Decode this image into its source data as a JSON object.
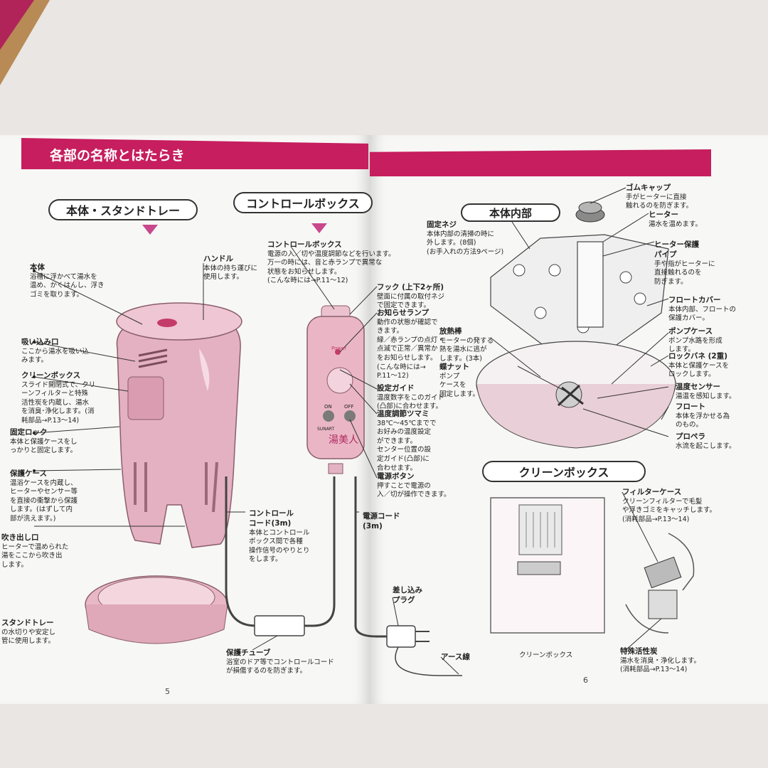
{
  "left_page": {
    "header": "各部の名称とはたらき",
    "section_body": "本体・スタンドトレー",
    "section_control": "コントロールボックス",
    "page_number": "5",
    "labels": {
      "hontai_t": "本体",
      "hontai_d": "浴槽に浮かべて湯水を\n温め、かくはんし、浮き\nゴミを取ります。",
      "suikomi_t": "吸い込み口",
      "suikomi_d": "ここから湯水を吸い込\nみます。",
      "clean_t": "クリーンボックス",
      "clean_d": "スライド開閉式で、クリ\nーンフィルターと特殊\n活性炭を内蔵し、湯水\nを消臭･浄化します。(消\n耗部品→P.13～14)",
      "lock_t": "固定ロック",
      "lock_d": "本体と保護ケースをし\nっかりと固定します。",
      "hogo_t": "保護ケース",
      "hogo_d": "温浴ケースを内蔵し、\nヒーターやセンサー等\nを直接の衝撃から保護\nします。(はずして内\n部が洗えます。)",
      "fuki_t": "吹き出し口",
      "fuki_d": "ヒーターで温められた\n湯をここから吹き出\nします。",
      "stand_t": "スタンドトレー",
      "stand_d": "の水切りや安定し\n管に使用します。",
      "handle_t": "ハンドル",
      "handle_d": "本体の持ち運びに\n使用します。",
      "cbox_t": "コントロールボックス",
      "cbox_d": "電源の入／切や温度調節などを行います。\n万一の時には、音と赤ランプで異常な\n状態をお知らせします。\n(こんな時には→P.11～12)",
      "hook_t": "フック (上下2ヶ所)",
      "hook_d": "壁面に付属の取付ネジ\nで固定できます。",
      "lamp_t": "お知らせランプ",
      "lamp_d": "動作の状態が確認で\nきます。\n緑／赤ランプの点灯・\n点滅で正常／異常か\nをお知らせします。\n(こんな時には→\nP.11～12)",
      "guide_t": "設定ガイド",
      "guide_d": "温度数字をこのガイド\n(凸部)に合わせます。",
      "dial_t": "温度調節ツマミ",
      "dial_d": "38℃～45℃までで\nお好みの温度設定\nができます。\nセンター位置の設\n定ガイド(凸部)に\n合わせます。",
      "power_t": "電源ボタン",
      "power_d": "押すことで電源の\n入／切が操作できます。",
      "ccord_t": "コントロール\nコード(3m)",
      "ccord_d": "本体とコントロール\nボックス間で各種\n操作信号のやりとり\nをします。",
      "pcord_t": "電源コード\n(3m)",
      "plug_t": "差し込み\nプラグ",
      "tube_t": "保護チューブ",
      "tube_d": "浴室のドア等でコントロールコード\nが損傷するのを防ぎます。",
      "earth_t": "アース線"
    },
    "device": {
      "power": "Power",
      "on": "ON",
      "off": "OFF",
      "brand": "SUNART",
      "name": "湯美人"
    }
  },
  "right_page": {
    "section_inside": "本体内部",
    "section_clean": "クリーンボックス",
    "page_number": "6",
    "caption": "クリーンボックス",
    "labels": {
      "cap_t": "ゴムキャップ",
      "cap_d": "手がヒーターに直接\n触れるのを防ぎます。",
      "heater_t": "ヒーター",
      "heater_d": "湯水を温めます。",
      "screw_t": "固定ネジ",
      "screw_d": "本体内部の清掃の時に\n外します。(8個)\n(お手入れの方法9ページ)",
      "hpipe_t": "ヒーター保護\nパイプ",
      "hpipe_d": "手や指がヒーターに\n直接触れるのを\n防ぎます。",
      "fcover_t": "フロートカバー",
      "fcover_d": "本体内部、フロートの\n保護カバー。",
      "rod_t": "放熱棒",
      "rod_d": "モーターの発する\n熱を湯水に逃が\nします。(3本)",
      "pcase_t": "ポンプケース",
      "pcase_d": "ポンプ水路を形成\nします。",
      "nut_t": "蝶ナット",
      "nut_d": "ポンプ\nケースを\n固定します。",
      "spring_t": "ロックバネ (2重)",
      "spring_d": "本体と保護ケースを\nロックします。",
      "sensor_t": "温度センサー",
      "sensor_d": "湯温を感知します。",
      "float_t": "フロート",
      "float_d": "本体を浮かせる為\nのもの。",
      "prop_t": "プロペラ",
      "prop_d": "水流を起こします。",
      "fcase_t": "フィルターケース",
      "fcase_d": "クリーンフィルターで毛髪\nや浮きゴミをキャッチします。\n(消耗部品→P.13～14)",
      "carbon_t": "特殊活性炭",
      "carbon_d": "湯水を消臭・浄化します。\n(消耗部品→P.13～14)"
    }
  },
  "colors": {
    "accent": "#c61e5e",
    "device_pink": "#e9b8c7",
    "triangle": "#c9488c"
  }
}
